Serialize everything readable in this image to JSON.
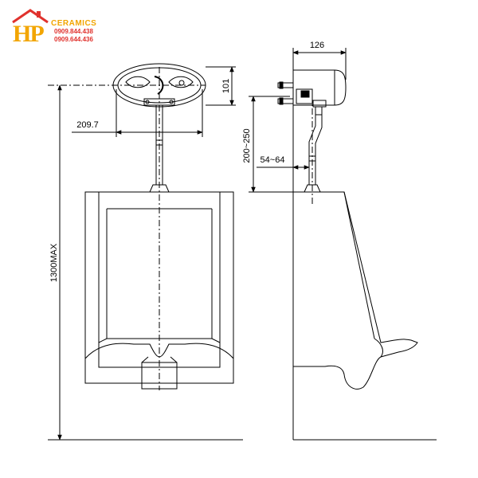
{
  "logo": {
    "brand_mark": "HP",
    "brand_name": "CERAMICS",
    "phone_1": "0909.844.438",
    "phone_2": "0909.644.436",
    "accent_color": "#f2a500",
    "phone_color": "#e0322d"
  },
  "dimensions": {
    "sensor_height": "101",
    "sensor_offset": "209.7",
    "total_height": "1300MAX",
    "side_depth": "126",
    "pipe_length": "200~250",
    "wall_gap": "54~64"
  }
}
